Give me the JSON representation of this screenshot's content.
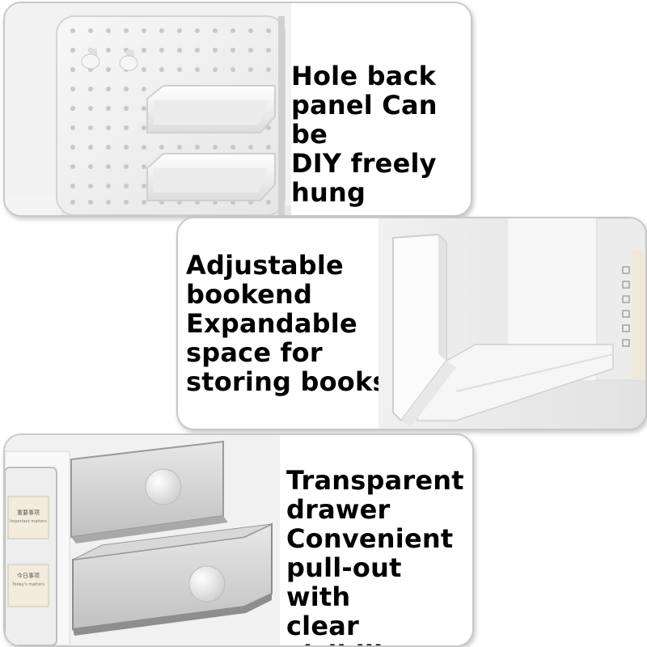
{
  "panels": [
    {
      "caption": "Hole back\npanel  Can be\nDIY freely\nhung",
      "photo_subject": "pegboard-back-panel"
    },
    {
      "caption": "Adjustable\nbookend\nExpandable\nspace for\nstoring books",
      "photo_subject": "adjustable-bookend"
    },
    {
      "caption": "Transparent\ndrawer\nConvenient\npull-out with\nclear visibility",
      "photo_subject": "transparent-drawers",
      "label_top": "重要事项",
      "label_top_sub": "Important matters",
      "label_bottom": "今日事项",
      "label_bottom_sub": "Today's matters"
    }
  ]
}
